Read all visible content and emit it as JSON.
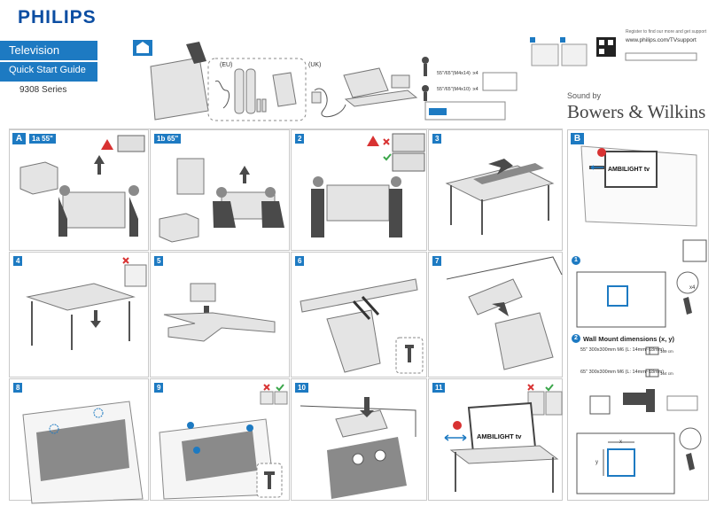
{
  "header": {
    "brand": "PHILIPS",
    "product": "Television",
    "guide": "Quick Start Guide",
    "series": "9308 Series",
    "sound_by": "Sound by",
    "bw_brand": "Bowers & Wilkins",
    "register": "Register to find our more and get support",
    "support_url": "www.philips.com/TVsupport",
    "eu": "(EU)",
    "uk": "(UK)",
    "screws_55": "55\"/65\"(M4x14) :x4",
    "screws_65": "55\"/65\"(M4x10) :x4",
    "sec_a": "A",
    "sec_b": "B"
  },
  "section_a": {
    "label": "A",
    "steps": [
      {
        "id": "1a",
        "size": "55\""
      },
      {
        "id": "1b",
        "size": "65\""
      },
      {
        "id": "2"
      },
      {
        "id": "3"
      },
      {
        "id": "4"
      },
      {
        "id": "5"
      },
      {
        "id": "6"
      },
      {
        "id": "7"
      },
      {
        "id": "8"
      },
      {
        "id": "9"
      },
      {
        "id": "10"
      },
      {
        "id": "11"
      }
    ]
  },
  "section_b": {
    "label": "B",
    "ambilight": "AMBILIGHT tv",
    "step1": "1",
    "step2": "2",
    "wall_title": "Wall Mount dimensions (x, y)",
    "spec_55": "55\"  300x300mm M6 (L: 14mm~18mm)",
    "spec_65": "65\"  300x300mm M6 (L: 14mm~18mm)",
    "dist_55": "139 cm",
    "dist_65": "164 cm",
    "x4": "x4",
    "x_axis": "x",
    "y_axis": "y"
  },
  "step11": {
    "ambilight": "AMBILIGHT tv"
  },
  "colors": {
    "accent": "#1d7ac2",
    "brand": "#0b4da2",
    "warn": "#d83232",
    "ok": "#3aa64a"
  }
}
